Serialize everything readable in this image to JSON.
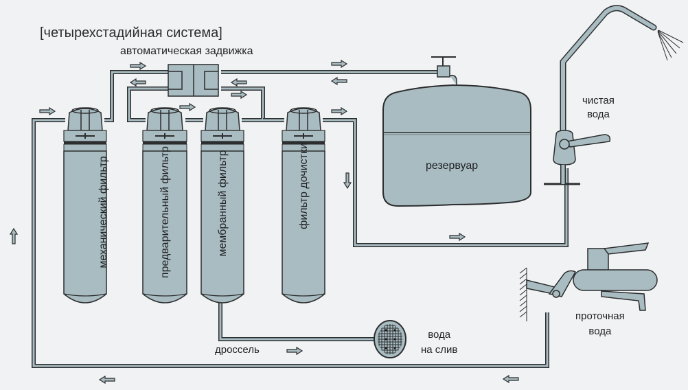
{
  "diagram": {
    "title": "[четырехстадийная система]",
    "labels": {
      "valve": "автоматическая задвижка",
      "tank": "резервуар",
      "clean_water_line1": "чистая",
      "clean_water_line2": "вода",
      "tap_water_line1": "проточная",
      "tap_water_line2": "вода",
      "drain_line1": "вода",
      "drain_line2": "на слив",
      "choke": "дроссель"
    },
    "filters": [
      {
        "name": "механический фильтр"
      },
      {
        "name": "предварительный фильтр"
      },
      {
        "name": "мембранный фильтр"
      },
      {
        "name": "фильтр дочистки"
      }
    ],
    "colors": {
      "component_fill": "#a9bcc1",
      "outline": "#2b2d2e",
      "background": "#f1f2f3"
    }
  }
}
